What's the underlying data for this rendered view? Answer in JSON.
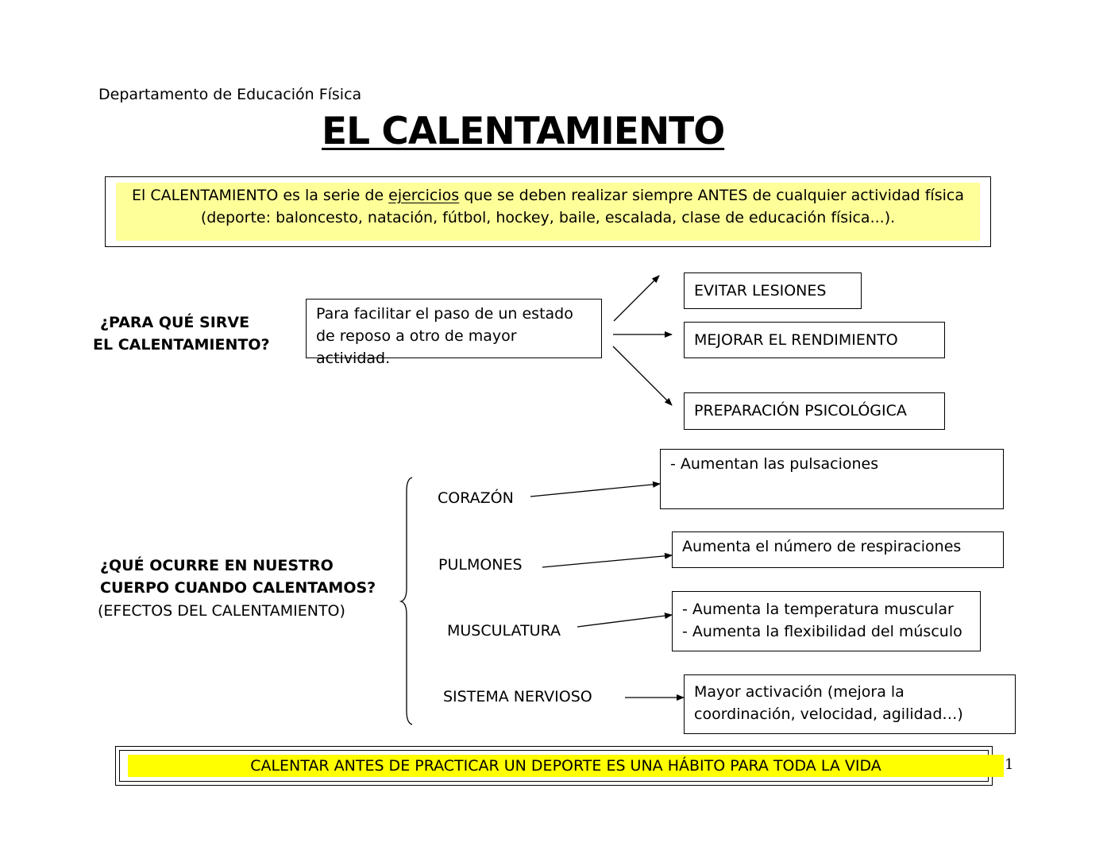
{
  "header": {
    "department": "Departamento de Educación Física",
    "title": "EL CALENTAMIENTO"
  },
  "definition": {
    "part1": "El CALENTAMIENTO es la serie de ",
    "underlined": "ejercicios",
    "part2": " que se deben realizar siempre ANTES de cualquier actividad física",
    "line2": "(deporte: baloncesto, natación, fútbol, hockey, baile, escalada, clase de educación física...)."
  },
  "purpose": {
    "question_line1": "¿PARA QUÉ SIRVE",
    "question_line2": "EL CALENTAMIENTO?",
    "answer": "Para facilitar el paso de un estado de reposo a otro de  mayor actividad.",
    "outcomes": [
      "EVITAR LESIONES",
      "MEJORAR EL RENDIMIENTO",
      "PREPARACIÓN PSICOLÓGICA"
    ]
  },
  "effects": {
    "question_line1": "¿QUÉ OCURRE EN NUESTRO",
    "question_line2": "CUERPO CUANDO CALENTAMOS?",
    "question_line3": "(EFECTOS DEL CALENTAMIENTO)",
    "items": [
      {
        "organ": "CORAZÓN",
        "effects": [
          "-  Aumentan las pulsaciones"
        ]
      },
      {
        "organ": "PULMONES",
        "effects": [
          "Aumenta el número de respiraciones"
        ]
      },
      {
        "organ": "MUSCULATURA",
        "effects": [
          "- Aumenta la temperatura muscular",
          "- Aumenta la flexibilidad del músculo"
        ]
      },
      {
        "organ": "SISTEMA NERVIOSO",
        "effects": [
          "Mayor activación (mejora la coordinación, velocidad, agilidad…)"
        ]
      }
    ]
  },
  "footer": {
    "slogan": "CALENTAR ANTES DE PRACTICAR UN DEPORTE ES UNA HÁBITO PARA TODA  LA VIDA",
    "page_number": "1"
  },
  "colors": {
    "definition_highlight": "#ffff99",
    "footer_highlight": "#ffff00"
  }
}
